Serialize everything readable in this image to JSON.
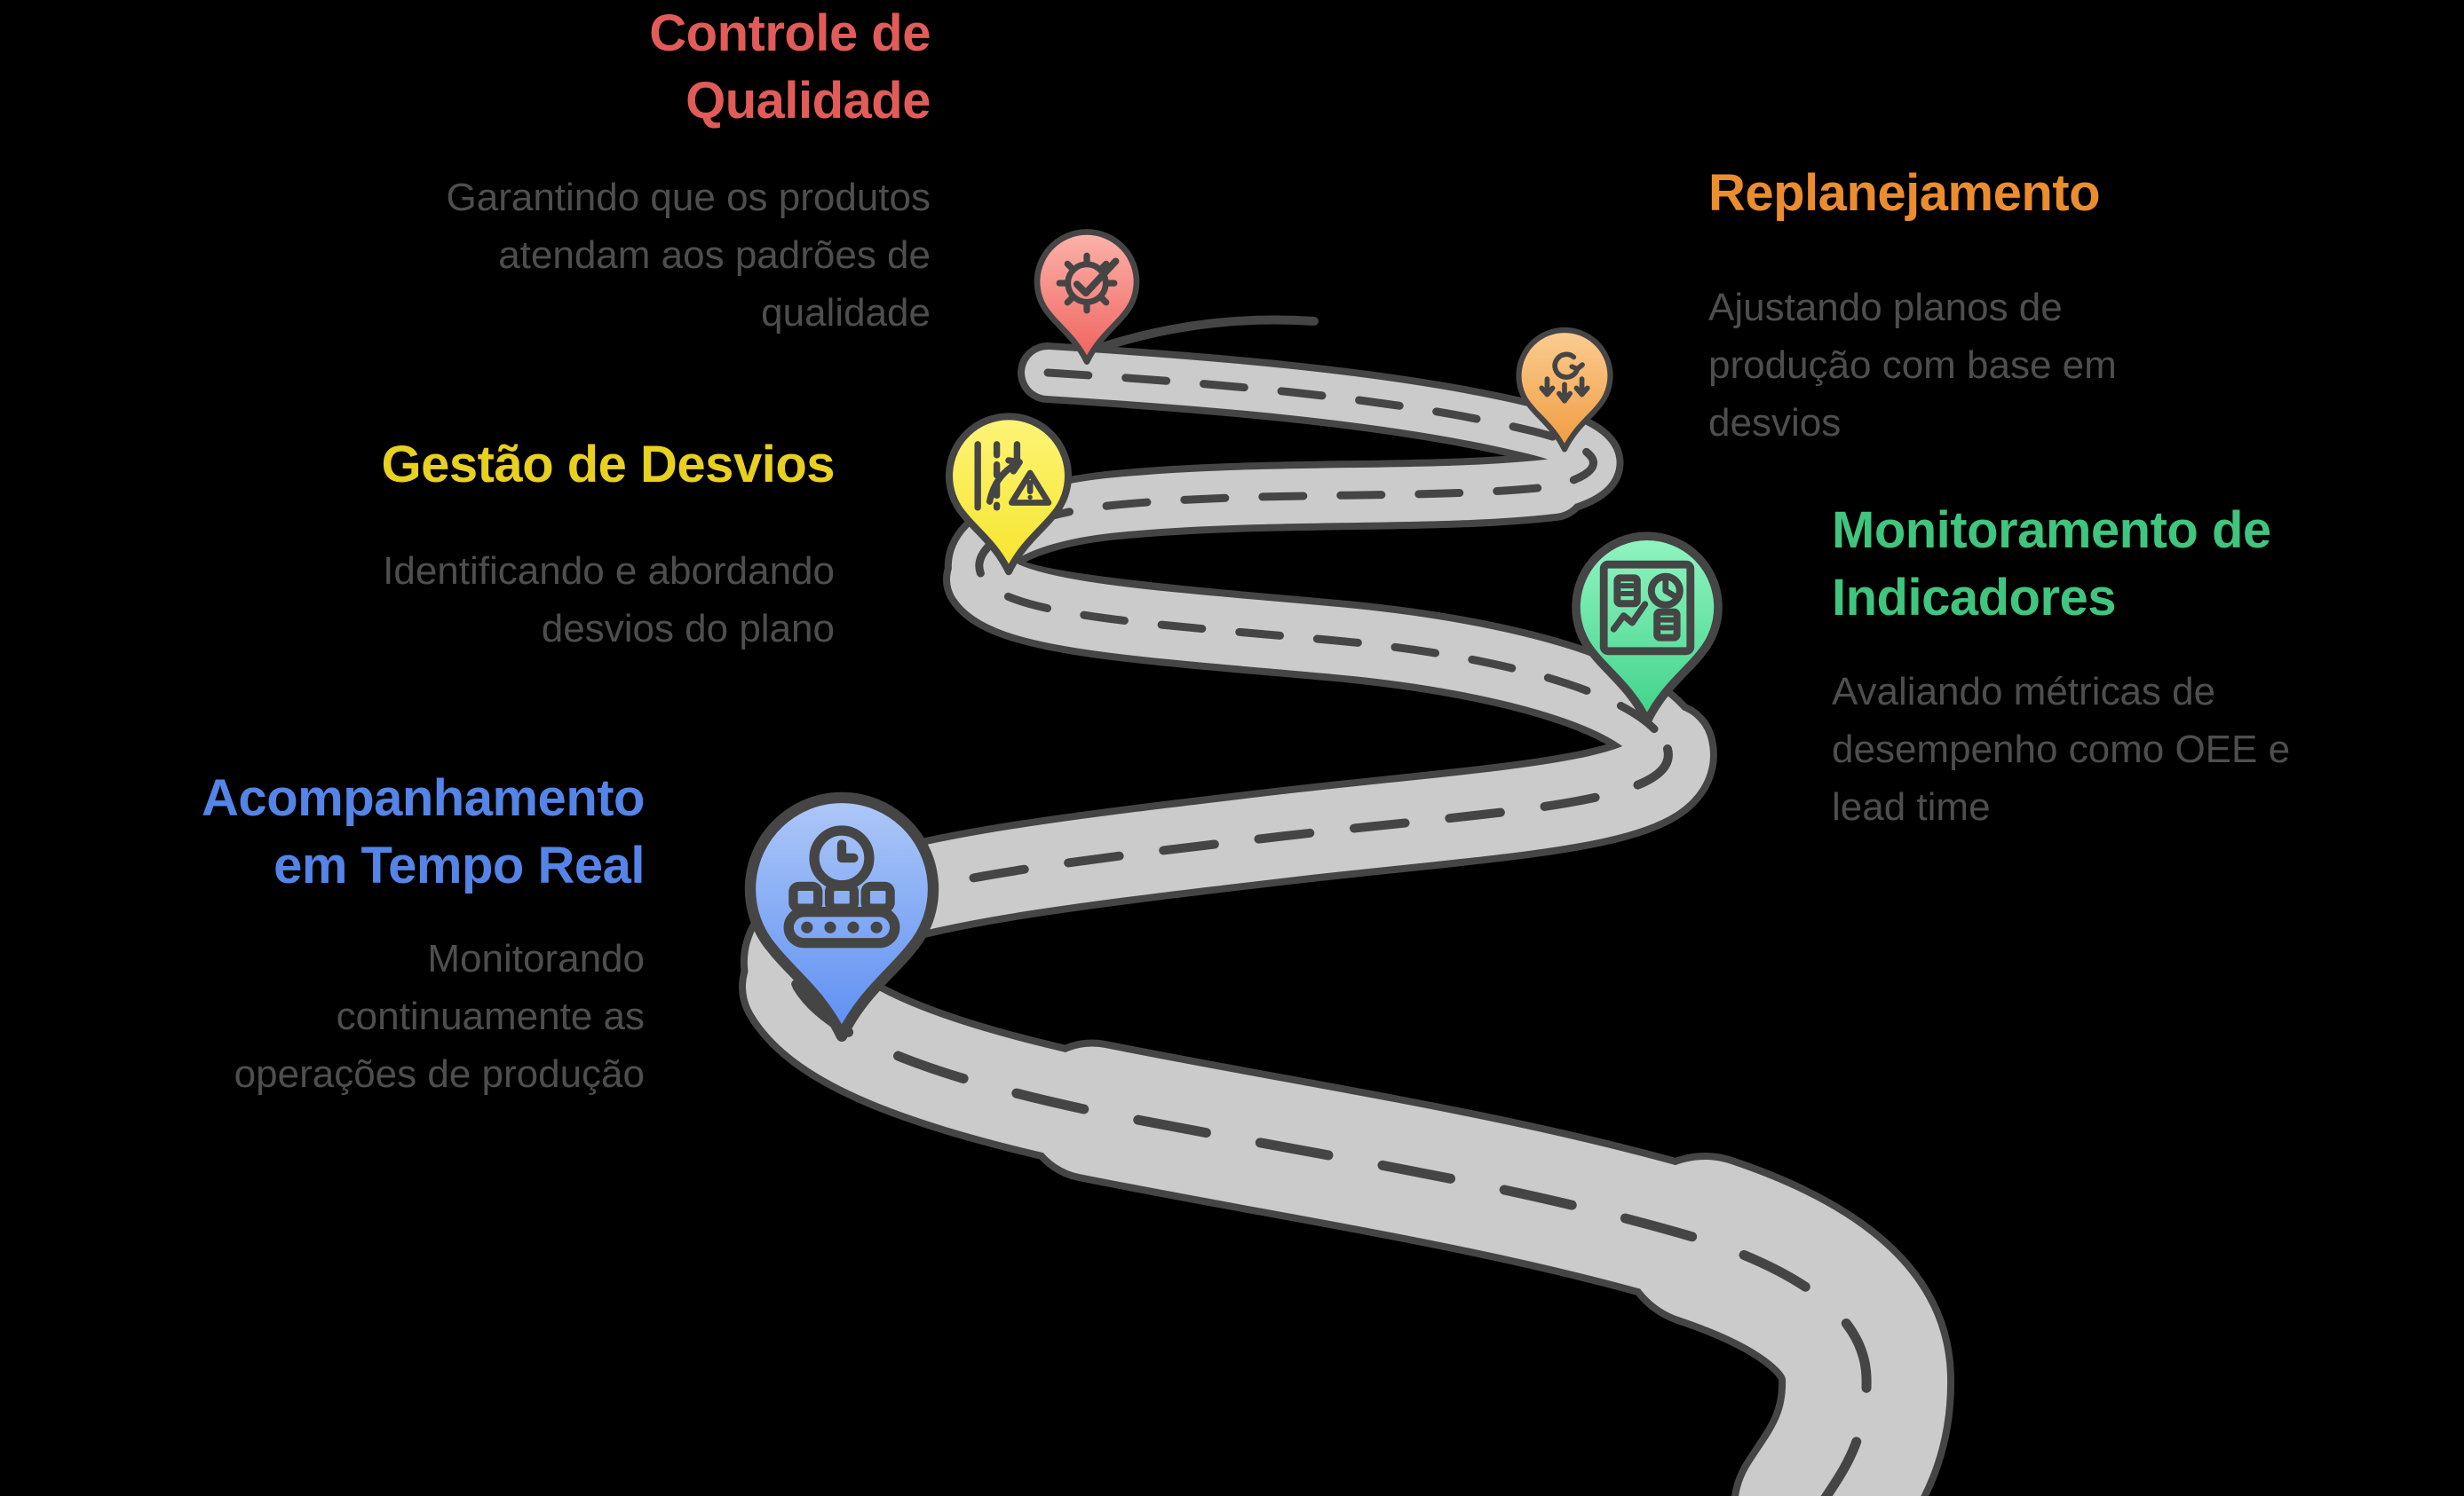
{
  "background": "#000000",
  "road": {
    "fill": "#CBCBCB",
    "casing_color": "#454545",
    "dash_color": "#454545"
  },
  "icon_stroke": "#454545",
  "description_color": "#4E4E4E",
  "items": [
    {
      "id": "controle-de-qualidade",
      "title": "Controle de\nQualidade",
      "description": "Garantindo que os produtos\natendam aos padrões de\nqualidade",
      "title_color": "#E15C59",
      "pin": {
        "top": "#FBB3AB",
        "bottom": "#F0625D"
      },
      "icon": "gear-check-icon"
    },
    {
      "id": "replanejamento",
      "title": "Replanejamento",
      "description": "Ajustando planos de\nprodução com base em\ndesvios",
      "title_color": "#EB8D2E",
      "pin": {
        "top": "#FACD92",
        "bottom": "#F19B3F"
      },
      "icon": "replan-cycle-arrows-icon"
    },
    {
      "id": "gestao-de-desvios",
      "title": "Gestão de Desvios",
      "description": "Identificando e abordando\ndesvios do plano",
      "title_color": "#E7D020",
      "pin": {
        "top": "#FDF478",
        "bottom": "#F6E52C"
      },
      "icon": "lane-deviation-warning-icon"
    },
    {
      "id": "monitoramento-de-indicadores",
      "title": "Monitoramento de\nIndicadores",
      "description": "Avaliando métricas de\ndesempenho como OEE e\nlead time",
      "title_color": "#3FC57E",
      "pin": {
        "top": "#92F4C2",
        "bottom": "#3FD389"
      },
      "icon": "kpi-dashboard-icon"
    },
    {
      "id": "acompanhamento-em-tempo-real",
      "title": "Acompanhamento\nem Tempo Real",
      "description": "Monitorando\ncontinuamente as\noperações de produção",
      "title_color": "#5584E8",
      "pin": {
        "top": "#AEC8F7",
        "bottom": "#5C8EF3"
      },
      "icon": "conveyor-clock-icon"
    }
  ]
}
